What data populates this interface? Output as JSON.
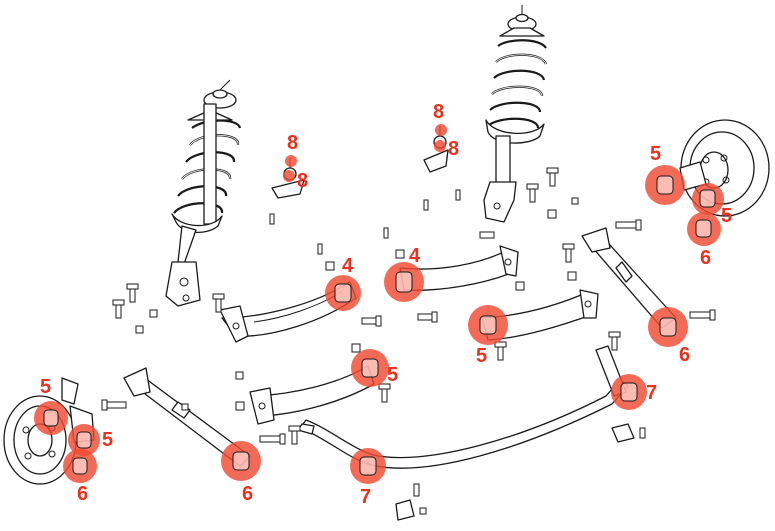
{
  "colors": {
    "highlight": "#f04a32",
    "label": "#e8321e",
    "line": "#1a1a1a"
  },
  "callouts": [
    {
      "id": "c1",
      "text": "8"
    },
    {
      "id": "c2",
      "text": "8"
    },
    {
      "id": "c3",
      "text": "8"
    },
    {
      "id": "c4",
      "text": "8"
    },
    {
      "id": "c5",
      "text": "5"
    },
    {
      "id": "c6",
      "text": "5"
    },
    {
      "id": "c7",
      "text": "6"
    },
    {
      "id": "c8",
      "text": "4"
    },
    {
      "id": "c9",
      "text": "4"
    },
    {
      "id": "c10",
      "text": "5"
    },
    {
      "id": "c11",
      "text": "6"
    },
    {
      "id": "c12",
      "text": "5"
    },
    {
      "id": "c13",
      "text": "7"
    },
    {
      "id": "c14",
      "text": "5"
    },
    {
      "id": "c15",
      "text": "5"
    },
    {
      "id": "c16",
      "text": "6"
    },
    {
      "id": "c17",
      "text": "6"
    },
    {
      "id": "c18",
      "text": "7"
    }
  ]
}
